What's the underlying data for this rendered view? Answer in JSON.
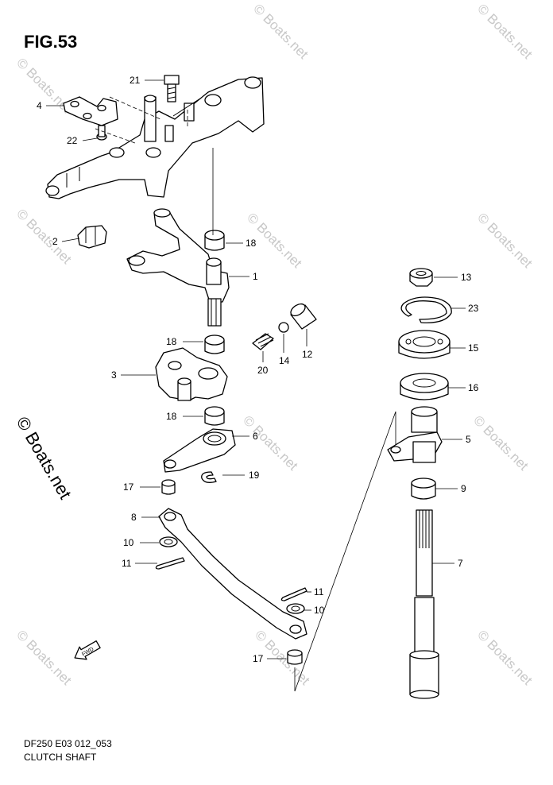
{
  "figure": {
    "title": "FIG.53",
    "code": "DF250 E03 012_053",
    "name": "CLUTCH SHAFT"
  },
  "watermark": {
    "text": "© Boats.net",
    "color": "#c8c8c8"
  },
  "fwd_arrow": {
    "label": "FWD"
  },
  "callouts": [
    {
      "label": "21"
    },
    {
      "label": "4"
    },
    {
      "label": "22"
    },
    {
      "label": "2"
    },
    {
      "label": "18"
    },
    {
      "label": "1"
    },
    {
      "label": "18"
    },
    {
      "label": "3"
    },
    {
      "label": "20"
    },
    {
      "label": "14"
    },
    {
      "label": "12"
    },
    {
      "label": "18"
    },
    {
      "label": "6"
    },
    {
      "label": "19"
    },
    {
      "label": "17"
    },
    {
      "label": "8"
    },
    {
      "label": "10"
    },
    {
      "label": "11"
    },
    {
      "label": "11"
    },
    {
      "label": "10"
    },
    {
      "label": "17"
    },
    {
      "label": "13"
    },
    {
      "label": "23"
    },
    {
      "label": "15"
    },
    {
      "label": "16"
    },
    {
      "label": "5"
    },
    {
      "label": "9"
    },
    {
      "label": "7"
    }
  ]
}
